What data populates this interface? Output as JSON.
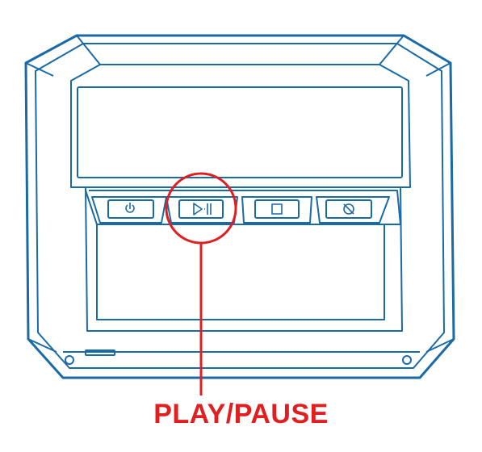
{
  "callout": {
    "label": "PLAY/PAUSE"
  },
  "colors": {
    "outline": "#1a6aa6",
    "highlight": "#e02020",
    "background": "#ffffff"
  },
  "buttons": [
    {
      "name": "power-button",
      "icon": "power-icon"
    },
    {
      "name": "play-pause-button",
      "icon": "play-pause-icon",
      "highlighted": true
    },
    {
      "name": "stop-button",
      "icon": "stop-icon"
    },
    {
      "name": "no-signal-button",
      "icon": "no-signal-icon"
    }
  ]
}
